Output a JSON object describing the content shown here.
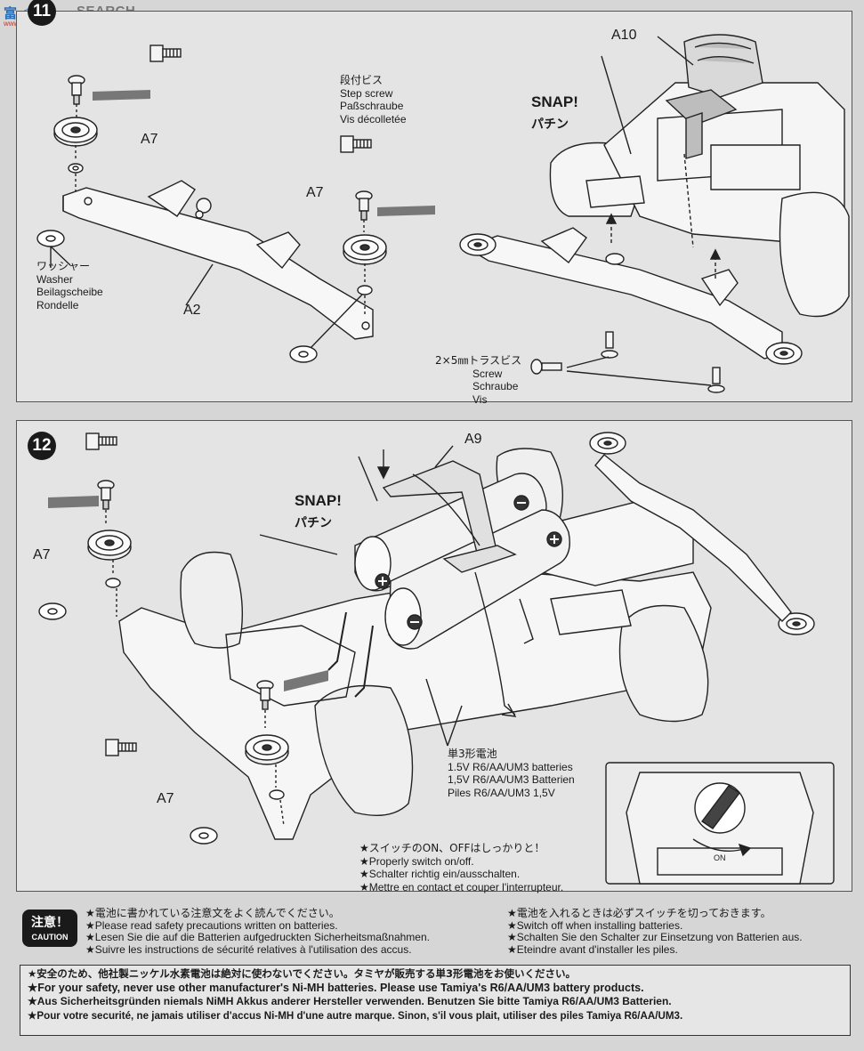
{
  "watermark": {
    "logo": "富 ◉ 网",
    "word": "SEARCH",
    "url": "www.shuobi.com"
  },
  "step11": {
    "number": "11",
    "parts": {
      "a7_top": "A7",
      "a7_mid": "A7",
      "a2": "A2",
      "a10": "A10"
    },
    "step_screw": [
      "段付ビス",
      "Step screw",
      "Paßschraube",
      "Vis décolletée"
    ],
    "washer": [
      "ワッシャー",
      "Washer",
      "Beilagscheibe",
      "Rondelle"
    ],
    "snap": {
      "en": "SNAP!",
      "jp": "パチン"
    },
    "screw": [
      "2×5㎜トラスビス",
      "Screw",
      "Schraube",
      "Vis"
    ]
  },
  "step12": {
    "number": "12",
    "parts": {
      "a7_top": "A7",
      "a7_bottom": "A7",
      "a9": "A9"
    },
    "snap": {
      "en": "SNAP!",
      "jp": "パチン"
    },
    "batteries": [
      "単3形電池",
      "1.5V R6/AA/UM3 batteries",
      "1,5V R6/AA/UM3 Batterien",
      "Piles R6/AA/UM3 1,5V"
    ],
    "switch_notes": [
      "★スイッチのON、OFFはしっかりと！",
      "★Properly switch on/off.",
      "★Schalter richtig ein/ausschalten.",
      "★Mettre en contact et couper l'interrupteur."
    ],
    "switch_label": "ON"
  },
  "caution": {
    "badge_jp": "注意！",
    "badge_en": "CAUTION",
    "left": [
      "★電池に書かれている注意文をよく読んでください。",
      "★Please read safety precautions written on batteries.",
      "★Lesen Sie die auf die Batterien aufgedruckten Sicherheitsmaßnahmen.",
      "★Suivre les instructions de sécurité relatives à l'utilisation des accus."
    ],
    "right": [
      "★電池を入れるときは必ずスイッチを切っておきます。",
      "★Switch off when installing batteries.",
      "★Schalten Sie den Schalter zur Einsetzung von Batterien aus.",
      "★Eteindre avant d'installer les piles."
    ]
  },
  "safety": [
    "★安全のため、他社製ニッケル水素電池は絶対に使わないでください。タミヤが販売する単3形電池をお使いください。",
    "★For your safety, never use other manufacturer's Ni-MH batteries. Please use Tamiya's R6/AA/UM3 battery products.",
    "★Aus Sicherheitsgründen niemals NiMH Akkus anderer Hersteller verwenden. Benutzen Sie bitte Tamiya R6/AA/UM3 Batterien.",
    "★Pour votre securité, ne jamais utiliser d'accus Ni-MH d'une autre marque. Sinon, s'il vous plait, utiliser des piles Tamiya R6/AA/UM3."
  ]
}
